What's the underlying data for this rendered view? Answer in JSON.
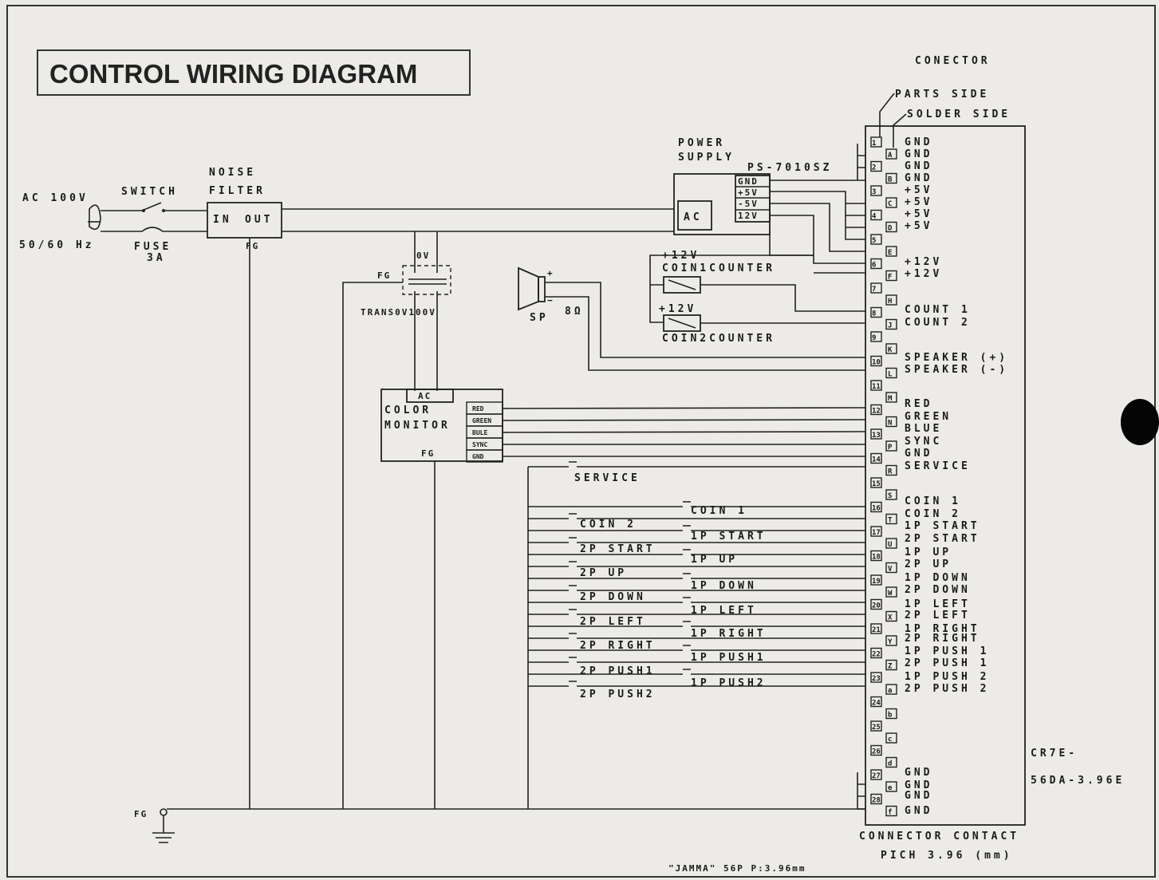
{
  "title": "CONTROL WIRING DIAGRAM",
  "connector": {
    "heading": "CONECTOR",
    "parts_side": "PARTS SIDE",
    "solder_side": "SOLDER SIDE",
    "model_line1": "CR7E-",
    "model_line2": "56DA-3.96E",
    "contact_line1": "CONNECTOR CONTACT",
    "contact_line2": "PICH 3.96 (mm)",
    "jamma_note": "\"JAMMA\" 56P P:3.96mm",
    "parts_pins": [
      "1",
      "2",
      "3",
      "4",
      "5",
      "6",
      "7",
      "8",
      "9",
      "10",
      "11",
      "12",
      "13",
      "14",
      "15",
      "16",
      "17",
      "18",
      "19",
      "20",
      "21",
      "22",
      "23",
      "24",
      "25",
      "26",
      "27",
      "28"
    ],
    "solder_pins": [
      "A",
      "B",
      "C",
      "D",
      "E",
      "F",
      "H",
      "J",
      "K",
      "L",
      "M",
      "N",
      "P",
      "R",
      "S",
      "T",
      "U",
      "V",
      "W",
      "X",
      "Y",
      "Z",
      "a",
      "b",
      "c",
      "d",
      "e",
      "f"
    ],
    "signals": [
      "GND",
      "GND",
      "GND",
      "GND",
      "+5V",
      "+5V",
      "+5V",
      "+5V",
      "+12V",
      "+12V",
      "COUNT 1",
      "COUNT 2",
      "SPEAKER (+)",
      "SPEAKER (-)",
      "RED",
      "GREEN",
      "BLUE",
      "SYNC",
      "GND",
      "SERVICE",
      "COIN 1",
      "COIN 2",
      "1P START",
      "2P START",
      "1P UP",
      "2P UP",
      "1P DOWN",
      "2P DOWN",
      "1P LEFT",
      "2P LEFT",
      "1P RIGHT",
      "2P RIGHT",
      "1P PUSH 1",
      "2P PUSH 1",
      "1P PUSH 2",
      "2P PUSH 2",
      "GND",
      "GND",
      "GND",
      "GND"
    ]
  },
  "power": {
    "ac_label": "AC 100V",
    "hz_label": "50/60 Hz",
    "switch_label": "SWITCH",
    "fuse_label": "FUSE",
    "fuse_rating": "3A",
    "noise_label": "NOISE",
    "filter_label": "FILTER",
    "in_label": "IN",
    "out_label": "OUT",
    "fg_label": "FG",
    "psu_label1": "POWER",
    "psu_label2": "SUPPLY",
    "psu_model": "PS-7010SZ",
    "psu_ac": "AC",
    "psu_terms": [
      "GND",
      "+5V",
      "-5V",
      "12V"
    ]
  },
  "trans": {
    "fg": "FG",
    "ov_top": "0V",
    "label": "TRANS0V100V"
  },
  "speaker": {
    "sp": "SP",
    "ohm": "8Ω",
    "plus": "+",
    "minus": "−"
  },
  "counters": {
    "v1": "+12V",
    "c1": "COIN1COUNTER",
    "v2": "+12V",
    "c2": "COIN2COUNTER"
  },
  "monitor": {
    "ac": "AC",
    "color": "COLOR",
    "monitor": "MONITOR",
    "fg": "FG",
    "terms": [
      "RED",
      "GREEN",
      "BULE",
      "SYNC",
      "GND"
    ]
  },
  "switches": [
    "SERVICE",
    "COIN 1",
    "COIN 2",
    "1P START",
    "2P START",
    "1P UP",
    "2P UP",
    "1P DOWN",
    "2P DOWN",
    "1P LEFT",
    "2P LEFT",
    "1P RIGHT",
    "2P RIGHT",
    "1P PUSH1",
    "2P PUSH1",
    "1P PUSH2",
    "2P PUSH2"
  ],
  "fg_ground": "FG"
}
